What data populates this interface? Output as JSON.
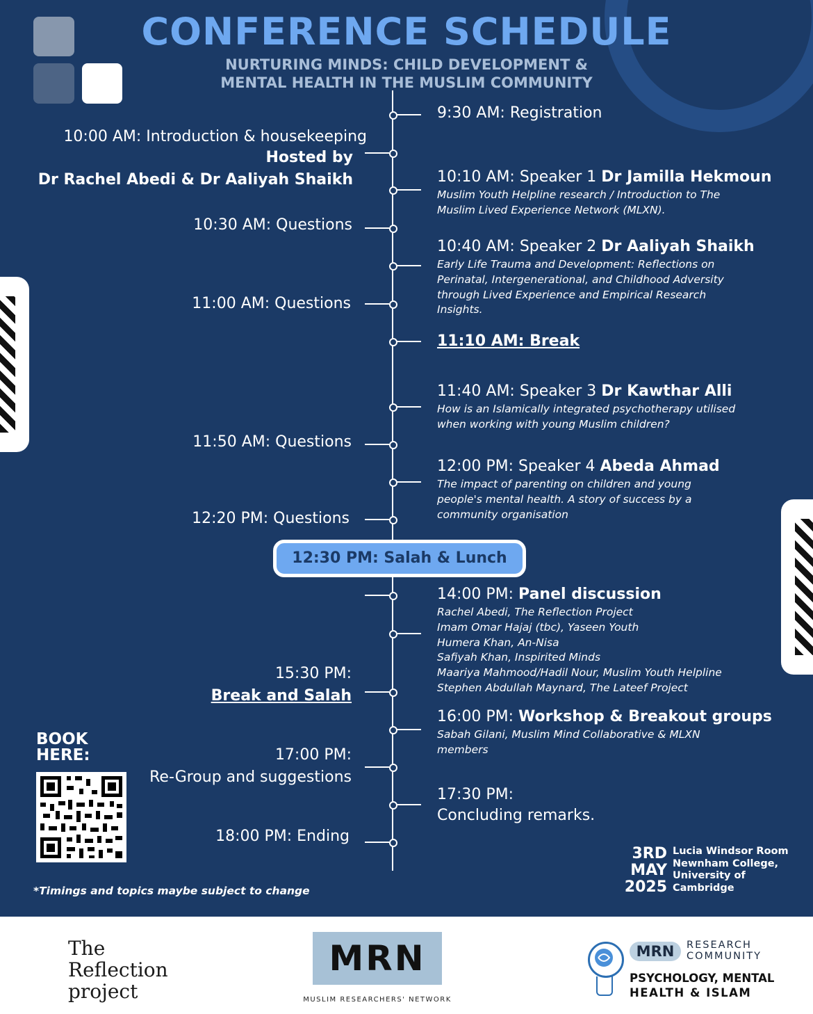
{
  "title": "CONFERENCE SCHEDULE",
  "subtitle_line1": "NURTURING MINDS: CHILD DEVELOPMENT &",
  "subtitle_line2": "MENTAL HEALTH IN THE MUSLIM COMMUNITY",
  "colors": {
    "background": "#1b3a66",
    "accent": "#6ea8f0",
    "subtitle": "#a9bed8",
    "ring": "#254d85",
    "lunch_pill": "#6ea8f0"
  },
  "icons": [
    "square-decor-icon",
    "arc-ring-icon",
    "striped-tab-icon",
    "qr-code-icon",
    "lightbulb-brain-icon"
  ],
  "right_items": {
    "registration": "9:30 AM: Registration",
    "s1_time": "10:10 AM: Speaker 1 ",
    "s1_name": "Dr Jamilla Hekmoun",
    "s1_desc": "Muslim Youth Helpline research / Introduction to The Muslim Lived Experience Network (MLXN).",
    "s2_time": "10:40 AM: Speaker 2 ",
    "s2_name": "Dr Aaliyah Shaikh",
    "s2_desc": "Early Life Trauma and Development: Reflections on Perinatal, Intergenerational, and Childhood Adversity through Lived Experience and Empirical Research Insights.",
    "break": "11:10 AM: Break",
    "s3_time": "11:40 AM: Speaker 3 ",
    "s3_name": "Dr Kawthar Alli",
    "s3_desc": "How is an Islamically integrated psychotherapy utilised when working with young Muslim children?",
    "s4_time": "12:00 PM: Speaker 4 ",
    "s4_name": "Abeda Ahmad",
    "s4_desc": "The impact of parenting on children and young people's mental health. A story of success by a community organisation",
    "panel_time": "14:00 PM:  ",
    "panel_name": "Panel discussion",
    "panel_members": [
      "Rachel Abedi, The Reflection Project",
      "Imam Omar Hajaj (tbc), Yaseen Youth",
      "Humera Khan, An-Nisa",
      "Safiyah Khan, Inspirited Minds",
      "Maariya Mahmood/Hadil Nour, Muslim Youth Helpline",
      "Stephen Abdullah Maynard, The Lateef Project"
    ],
    "workshop_time": "16:00 PM: ",
    "workshop_name": "Workshop & Breakout groups",
    "workshop_desc": "Sabah Gilani, Muslim Mind Collaborative & MLXN members",
    "concl_time": "17:30 PM:",
    "concl_text": "Concluding remarks."
  },
  "left_items": {
    "intro": "10:00 AM: Introduction & housekeeping",
    "hosted_by": "Hosted by",
    "hosts": "Dr Rachel Abedi & Dr Aaliyah Shaikh",
    "q1": "10:30 AM: Questions",
    "q2": "11:00 AM: Questions",
    "q3": "11:50 AM: Questions",
    "q4": "12:20 PM: Questions",
    "break2_time": "15:30 PM:",
    "break2_label": "Break and Salah",
    "regroup_time": "17:00 PM:",
    "regroup_label": "Re-Group and suggestions",
    "ending": "18:00 PM: Ending"
  },
  "lunch": "12:30 PM: Salah & Lunch",
  "book_line1": "BOOK",
  "book_line2": "HERE:",
  "note": "*Timings and topics maybe subject to change",
  "date": {
    "line1": "3RD",
    "line2": "MAY",
    "line3": "2025"
  },
  "venue": {
    "line1": "Lucia Windsor Room",
    "line2": "Newnham College,",
    "line3": "University of",
    "line4": "Cambridge"
  },
  "footer": {
    "refl_line1": "The",
    "refl_line2": "Reflection",
    "refl_line3": "project",
    "mrn": "MRN",
    "mrn_caption": "MUSLIM RESEARCHERS' NETWORK",
    "mrn_pill": "MRN",
    "rc_line1": "RESEARCH",
    "rc_line2": "COMMUNITY",
    "pmh_line1": "PSYCHOLOGY, MENTAL",
    "pmh_line2": "HEALTH & ISLAM"
  }
}
